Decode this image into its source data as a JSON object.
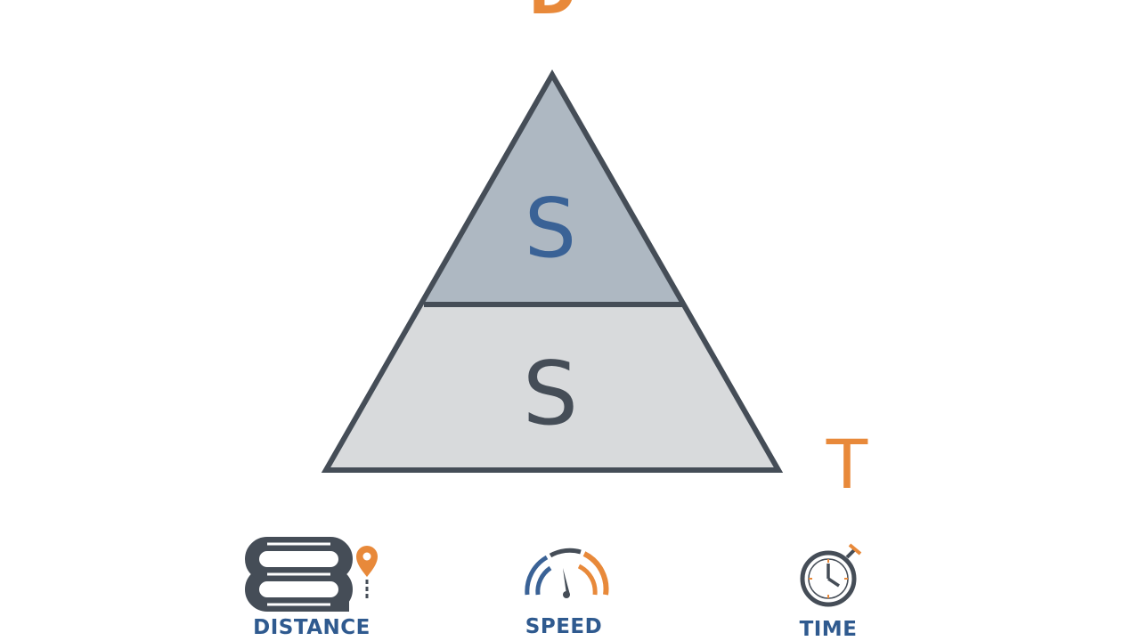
{
  "diagram": {
    "top_letter": "D",
    "right_letter": "T",
    "upper_section_letter": "S",
    "lower_section_letter": "S"
  },
  "legend": {
    "distance_label": "DISTANCE",
    "speed_label": "SPEED",
    "time_label": "TIME"
  },
  "icons": {
    "distance": "winding-road-with-location-pin-icon",
    "speed": "speedometer-gauge-icon",
    "time": "stopwatch-icon"
  },
  "colors": {
    "accent_orange": "#E8893A",
    "label_blue": "#2F5A8F",
    "dark_slate": "#454D57",
    "upper_fill": "#AEB8C2",
    "lower_fill": "#D8DADC",
    "section_s_blue": "#3A6296"
  }
}
